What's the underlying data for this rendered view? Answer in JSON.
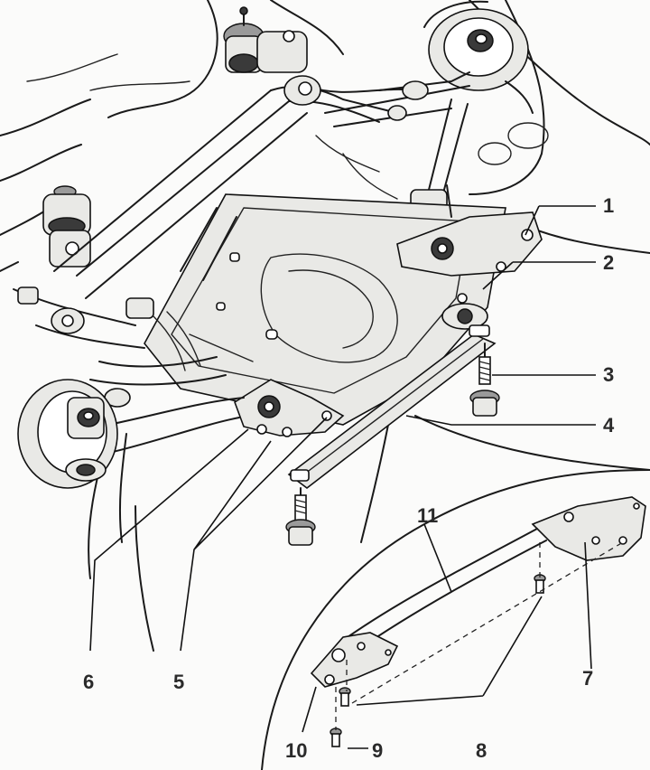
{
  "figure": {
    "callouts": [
      {
        "id": "1",
        "label": "1"
      },
      {
        "id": "2",
        "label": "2"
      },
      {
        "id": "3",
        "label": "3"
      },
      {
        "id": "4",
        "label": "4"
      },
      {
        "id": "5",
        "label": "5"
      },
      {
        "id": "6",
        "label": "6"
      },
      {
        "id": "7",
        "label": "7"
      },
      {
        "id": "8",
        "label": "8"
      },
      {
        "id": "9",
        "label": "9"
      },
      {
        "id": "10",
        "label": "10"
      },
      {
        "id": "11",
        "label": "11"
      }
    ]
  },
  "colors": {
    "ink": "#1a1a1a",
    "paper": "#fbfbfa"
  }
}
